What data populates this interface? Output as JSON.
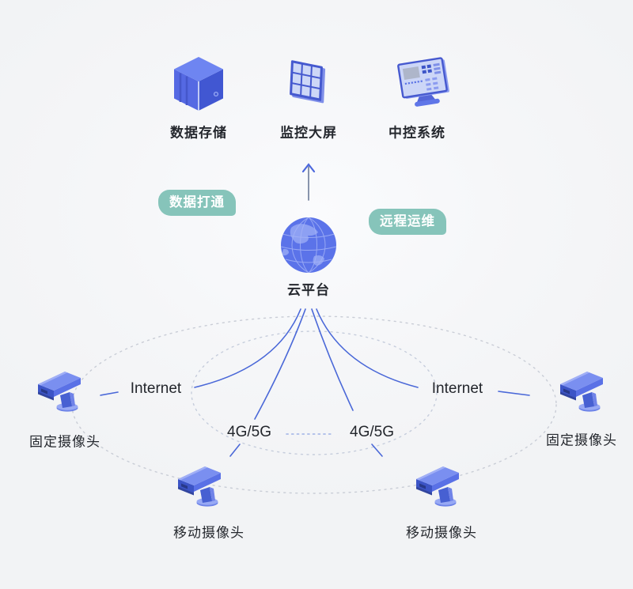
{
  "diagram": {
    "title_note": "cloud video surveillance architecture",
    "top_nodes": [
      {
        "label": "数据存储"
      },
      {
        "label": "监控大屏"
      },
      {
        "label": "中控系统"
      }
    ],
    "badges": {
      "left": "数据打通",
      "right": "远程运维"
    },
    "cloud": {
      "label": "云平台"
    },
    "links": {
      "internet_left": "Internet",
      "internet_right": "Internet",
      "cell_left": "4G/5G",
      "cell_right": "4G/5G"
    },
    "cameras": {
      "fixed_left": "固定摄像头",
      "fixed_right": "固定摄像头",
      "mobile_left": "移动摄像头",
      "mobile_right": "移动摄像头"
    },
    "colors": {
      "icon_blue": "#5b73e9",
      "icon_blue_dark": "#3c54c6",
      "icon_blue_light": "#8497f3",
      "line_blue": "#4a68d8",
      "dash_gray": "#c9cdd6",
      "badge_teal": "#86c4ba",
      "text": "#25282e"
    }
  }
}
